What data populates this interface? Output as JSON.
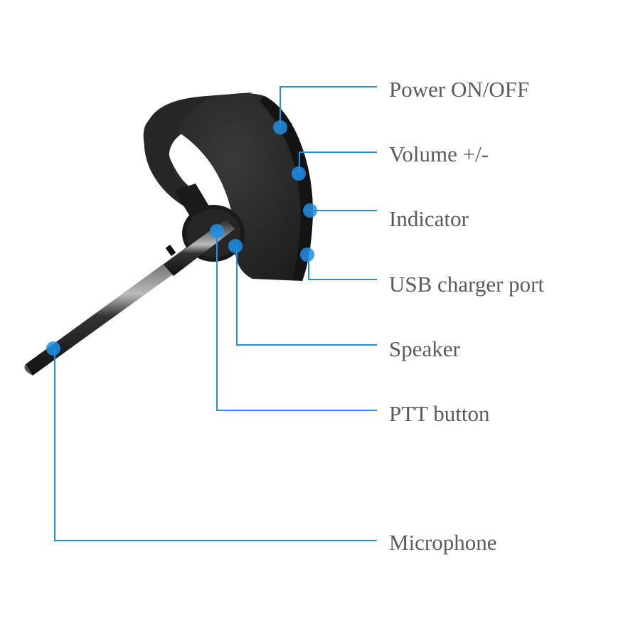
{
  "colors": {
    "accent": "#1e90e6",
    "headset": "#262626",
    "label": "#5a5a5a"
  },
  "callouts": [
    {
      "id": "power",
      "label": "Power ON/OFF"
    },
    {
      "id": "volume",
      "label": "Volume +/-"
    },
    {
      "id": "indicator",
      "label": "Indicator"
    },
    {
      "id": "usb",
      "label": "USB charger port"
    },
    {
      "id": "speaker",
      "label": "Speaker"
    },
    {
      "id": "ptt",
      "label": "PTT button"
    },
    {
      "id": "microphone",
      "label": "Microphone"
    }
  ]
}
